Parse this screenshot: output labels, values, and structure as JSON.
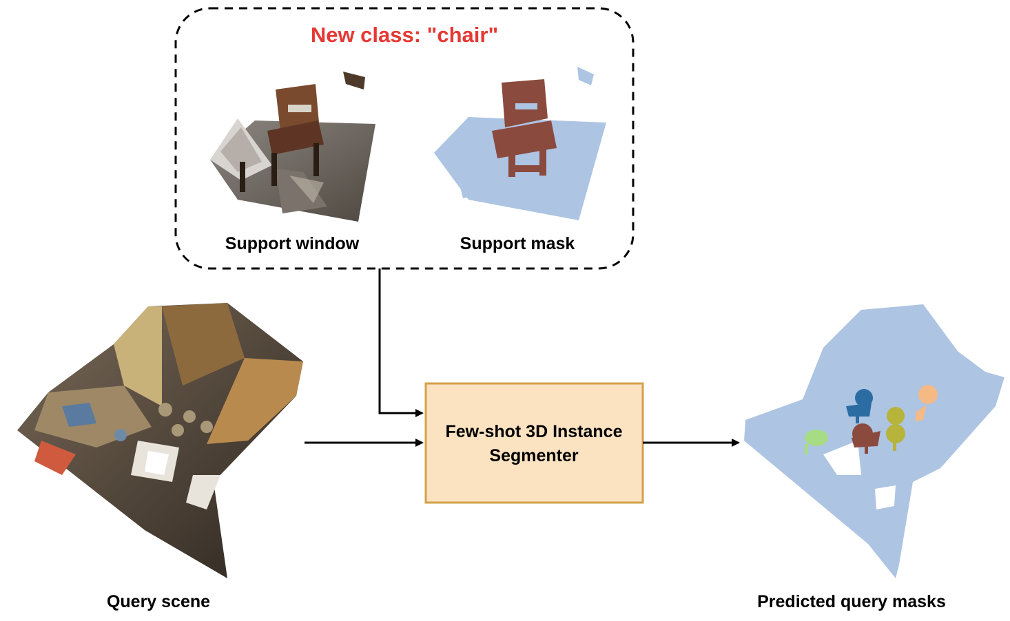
{
  "support_group": {
    "title": "New class: \"chair\"",
    "support_window_label": "Support window",
    "support_mask_label": "Support mask"
  },
  "query_scene_label": "Query scene",
  "segmenter": {
    "line1": "Few-shot 3D Instance",
    "line2": "Segmenter"
  },
  "predicted_label": "Predicted query masks",
  "colors": {
    "title_red": "#e53935",
    "segmenter_fill": "#fbe3c2",
    "segmenter_border": "#d4a04a",
    "mask_background": "#adc4e3",
    "chair_mask": "#8b4a3e",
    "dashed_border": "#000000",
    "instance_blue": "#2b6ca3",
    "instance_olive": "#b6b43b",
    "instance_orange": "#f5b985",
    "instance_green": "#a8dc84",
    "instance_brown": "#8b4a3e"
  }
}
